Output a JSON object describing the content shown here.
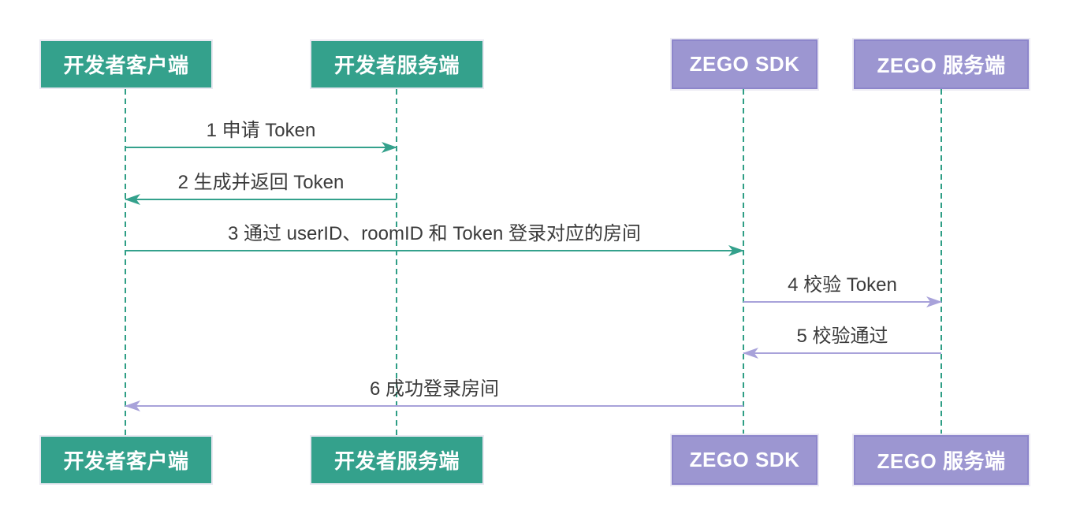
{
  "diagram": {
    "type": "sequence-diagram",
    "title": "",
    "actors": [
      {
        "id": "developer-client",
        "label": "开发者客户端",
        "color_group": "green"
      },
      {
        "id": "developer-server",
        "label": "开发者服务端",
        "color_group": "green"
      },
      {
        "id": "zego-sdk",
        "label": "ZEGO SDK",
        "color_group": "purple"
      },
      {
        "id": "zego-server",
        "label": "ZEGO 服务端",
        "color_group": "purple"
      }
    ],
    "messages": [
      {
        "seq": 1,
        "label": "1 申请 Token",
        "from": "developer-client",
        "to": "developer-server",
        "direction": "right",
        "color_group": "teal"
      },
      {
        "seq": 2,
        "label": "2 生成并返回 Token",
        "from": "developer-server",
        "to": "developer-client",
        "direction": "left",
        "color_group": "teal"
      },
      {
        "seq": 3,
        "label": "3 通过 userID、roomID 和 Token 登录对应的房间",
        "from": "developer-client",
        "to": "zego-sdk",
        "direction": "right",
        "color_group": "teal"
      },
      {
        "seq": 4,
        "label": "4 校验 Token",
        "from": "zego-sdk",
        "to": "zego-server",
        "direction": "right",
        "color_group": "purple"
      },
      {
        "seq": 5,
        "label": "5 校验通过",
        "from": "zego-server",
        "to": "zego-sdk",
        "direction": "left",
        "color_group": "purple"
      },
      {
        "seq": 6,
        "label": "6 成功登录房间",
        "from": "zego-sdk",
        "to": "developer-client",
        "direction": "left",
        "color_group": "purple"
      }
    ],
    "colors": {
      "actor_green": "#34a18c",
      "actor_green_border": "#e9e8f1",
      "actor_purple": "#9c96d1",
      "actor_purple_border": "#8d86cb",
      "arrow_teal": "#34a18c",
      "arrow_purple": "#a8a2da",
      "lifeline_color": "#2e9e85",
      "message_text": "#3b3b3b",
      "actor_text": "#ffffff",
      "canvas_bg": "#ffffff"
    }
  }
}
